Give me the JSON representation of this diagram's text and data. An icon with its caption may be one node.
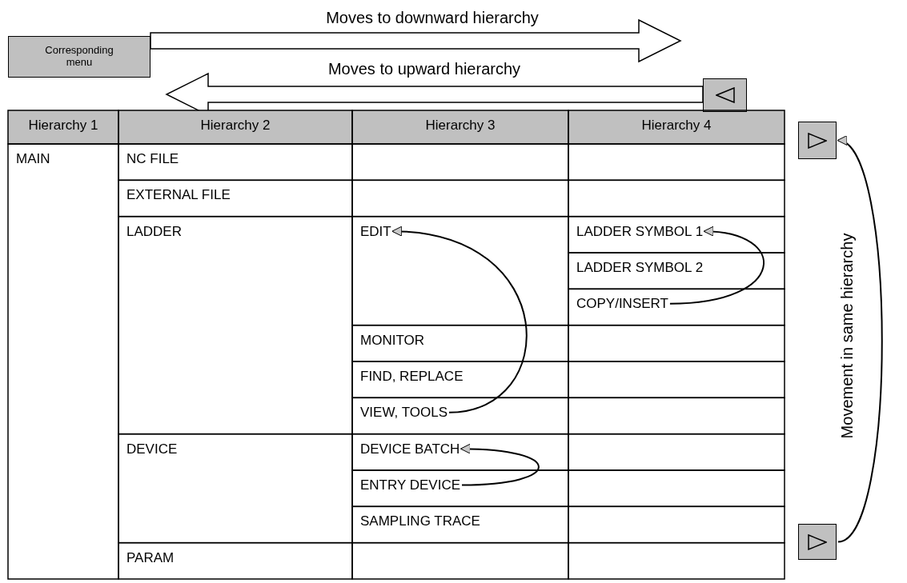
{
  "diagram": {
    "nodes": [
      {
        "text": [
          "Corresponding menu"
        ]
      },
      {
        "text": [],
        "shape": "box"
      },
      {
        "text": [],
        "shape": "box"
      },
      {
        "text": [],
        "shape": "box"
      },
      {
        "text": [
          "EDIT"
        ]
      },
      {
        "text": [
          "VIEW, TOOLS"
        ]
      },
      {
        "text": [
          "LADDER SYMBOL 1"
        ]
      },
      {
        "text": [
          "COPY/INSERT"
        ]
      },
      {
        "text": [
          "DEVICE BATCH"
        ]
      },
      {
        "text": [
          "ENTRY DEVICE"
        ]
      }
    ],
    "edges": [
      {
        "from": 0,
        "to": null,
        "arrow": "to",
        "label": "Moves to downward hierarchy"
      },
      {
        "from": 1,
        "to": null,
        "arrow": "to",
        "label": "Moves to upward hierarchy"
      },
      {
        "from": 5,
        "to": 4,
        "arrow": "to"
      },
      {
        "from": 7,
        "to": 6,
        "arrow": "to"
      },
      {
        "from": 9,
        "to": 8,
        "arrow": "to"
      },
      {
        "from": 3,
        "to": 2,
        "arrow": "to",
        "label": "Movement in same hierarchy"
      }
    ],
    "labels": [
      "Hierarchy 1",
      "Hierarchy 2",
      "Hierarchy 3",
      "Hierarchy 4",
      "MAIN",
      "NC FILE",
      "EXTERNAL FILE",
      "LADDER",
      "LADDER SYMBOL 2",
      "MONITOR",
      "FIND, REPLACE",
      "DEVICE",
      "SAMPLING TRACE",
      "PARAM"
    ]
  }
}
